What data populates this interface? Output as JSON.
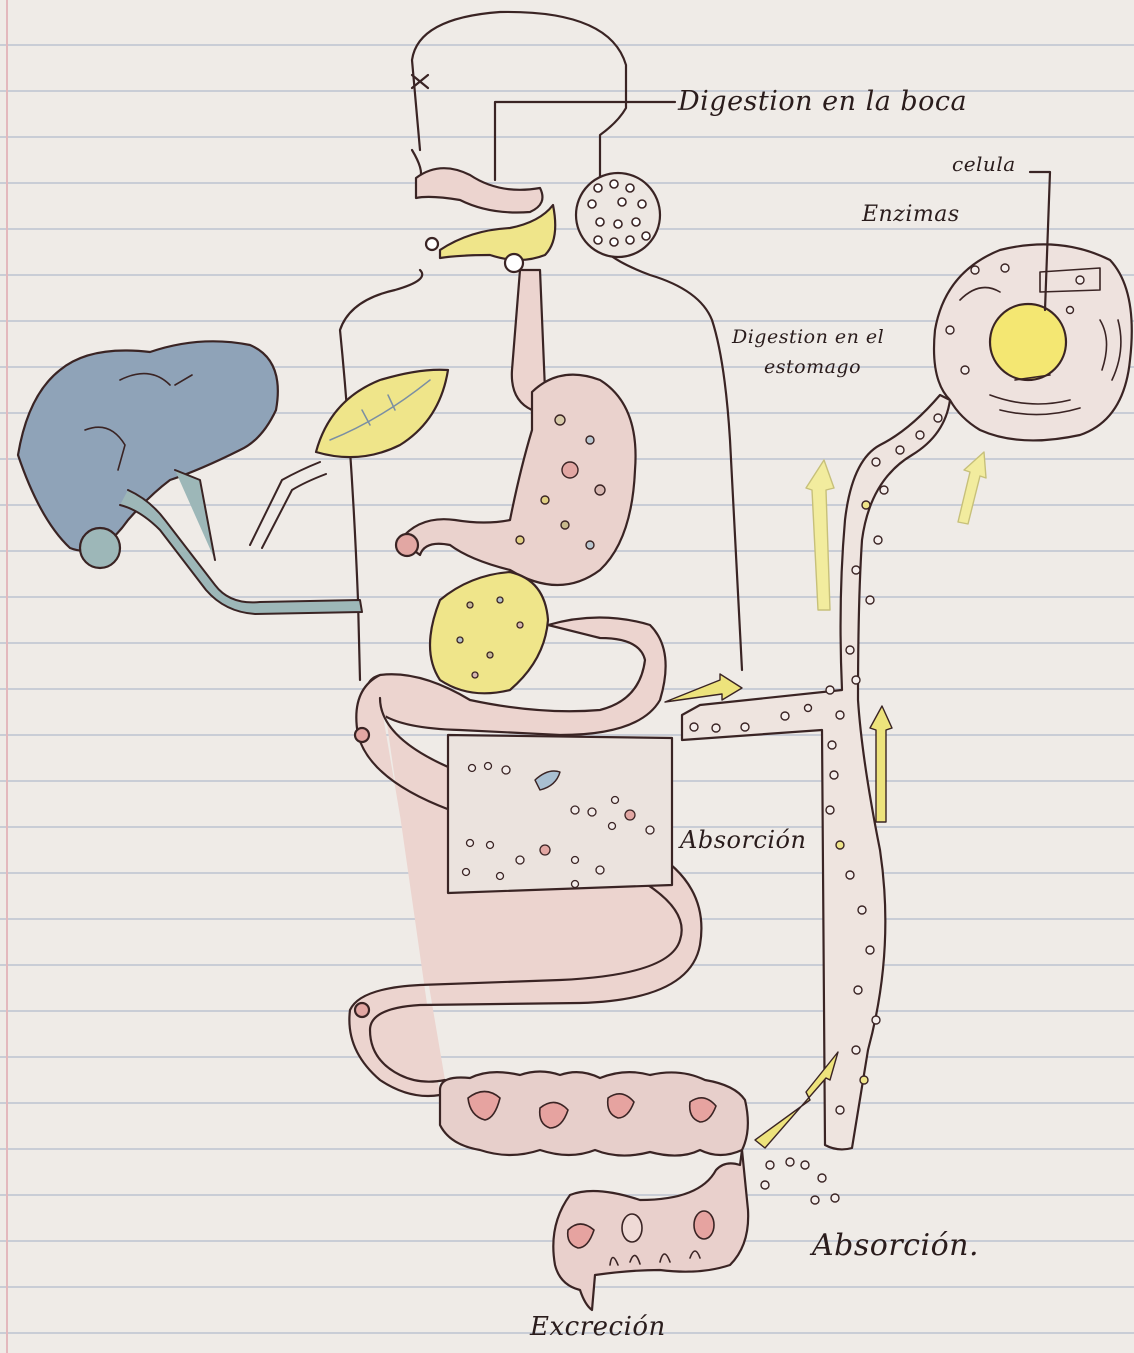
{
  "diagram": {
    "labels": {
      "mouth": "Digestion en la boca",
      "cell": "celula",
      "enzymes": "Enzimas",
      "stomach_line1": "Digestion en el",
      "stomach_line2": "estomago",
      "absorption_small": "Absorción",
      "absorption_large": "Absorción.",
      "excretion": "Excreción"
    },
    "colors": {
      "ink": "#3a2424",
      "liver": "#8fa3b8",
      "duct": "#9db7b8",
      "bile_yellow": "#efe58a",
      "organ_pink": "#ecd4cf",
      "nucleus": "#f4e772",
      "spot_red": "#d98a87",
      "arrow_yellow": "#ede37c"
    }
  }
}
